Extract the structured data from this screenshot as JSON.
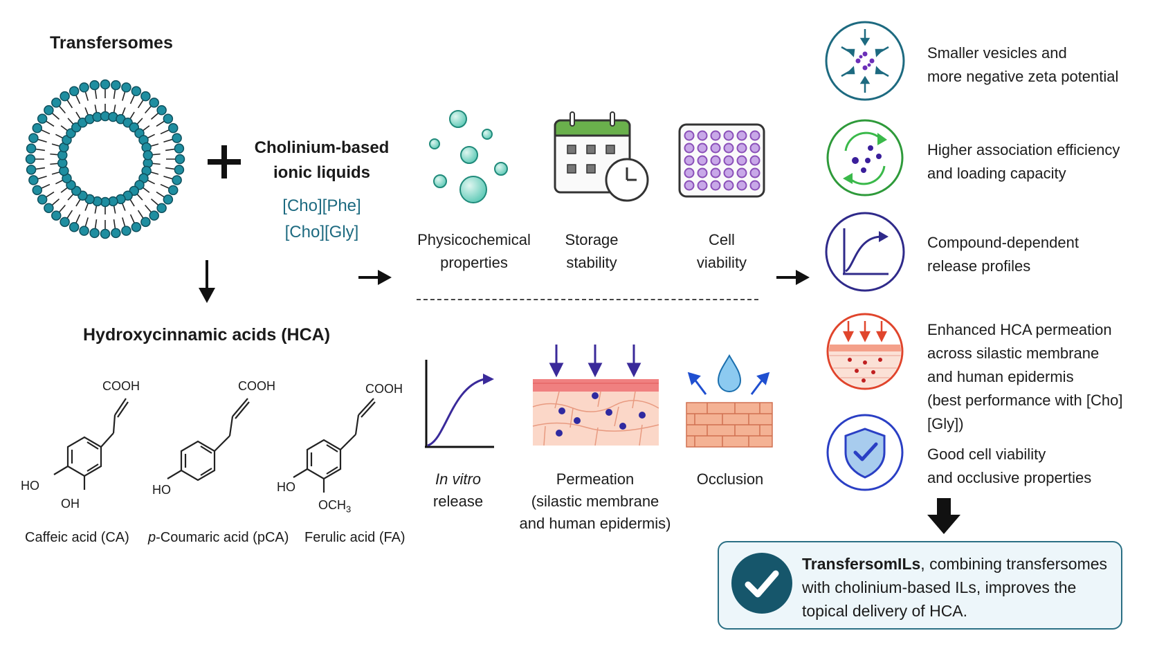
{
  "transfersomes": {
    "title": "Transfersomes"
  },
  "ionic_liquids": {
    "title_line1": "Cholinium-based",
    "title_line2": "ionic liquids",
    "il1": "[Cho][Phe]",
    "il2": "[Cho][Gly]"
  },
  "hca": {
    "title": "Hydroxycinnamic acids (HCA)",
    "acids": [
      {
        "cooh": "COOH",
        "ho": "HO",
        "sub": "OH",
        "name": "Caffeic acid (CA)"
      },
      {
        "cooh": "COOH",
        "ho": "HO",
        "sub": "",
        "name_italic": "p",
        "name": "-Coumaric acid (pCA)"
      },
      {
        "cooh": "COOH",
        "ho": "HO",
        "sub": "OCH",
        "sub_index": "3",
        "name": "Ferulic acid (FA)"
      }
    ]
  },
  "evaluations_top": [
    {
      "line1": "Physicochemical",
      "line2": "properties"
    },
    {
      "line1": "Storage",
      "line2": "stability"
    },
    {
      "line1": "Cell",
      "line2": "viability"
    }
  ],
  "evaluations_bottom": [
    {
      "line1_italic": "In vitro",
      "line2": "release"
    },
    {
      "line1": "Permeation",
      "line2": "(silastic membrane",
      "line3": "and human epidermis)"
    },
    {
      "line1": "Occlusion"
    }
  ],
  "results": [
    {
      "icon": "compress-arrows-icon",
      "color": "#1d6a80",
      "lines": [
        "Smaller vesicles and",
        "more negative zeta potential"
      ]
    },
    {
      "icon": "cycle-arrows-icon",
      "color": "#2e9a3a",
      "lines": [
        "Higher association efficiency",
        "and loading capacity"
      ]
    },
    {
      "icon": "release-curve-icon",
      "color": "#2f2a8a",
      "lines": [
        "Compound-dependent",
        "release profiles"
      ]
    },
    {
      "icon": "skin-permeation-icon",
      "color": "#e0452c",
      "lines": [
        "Enhanced HCA permeation",
        "across silastic membrane",
        "and human epidermis",
        "(best performance with [Cho][Gly])"
      ]
    },
    {
      "icon": "shield-check-icon",
      "color": "#2a3fc4",
      "lines": [
        "Good cell viability",
        "and occlusive properties"
      ]
    }
  ],
  "conclusion": {
    "bold": "TransfersomILs",
    "rest_line1": ", combining transfersomes",
    "line2": "with cholinium-based ILs, improves the",
    "line3": "topical delivery of HCA."
  },
  "colors": {
    "teal": "#1d6a80",
    "lipid_head": "#1f8ea0",
    "aqua": "#5cc9b6",
    "calendar_green": "#6ab04c",
    "plate_purple": "#8a4fb8",
    "curve_purple": "#3a2a9a",
    "skin_pink": "#f4a1a1",
    "brick": "#f0a080"
  }
}
